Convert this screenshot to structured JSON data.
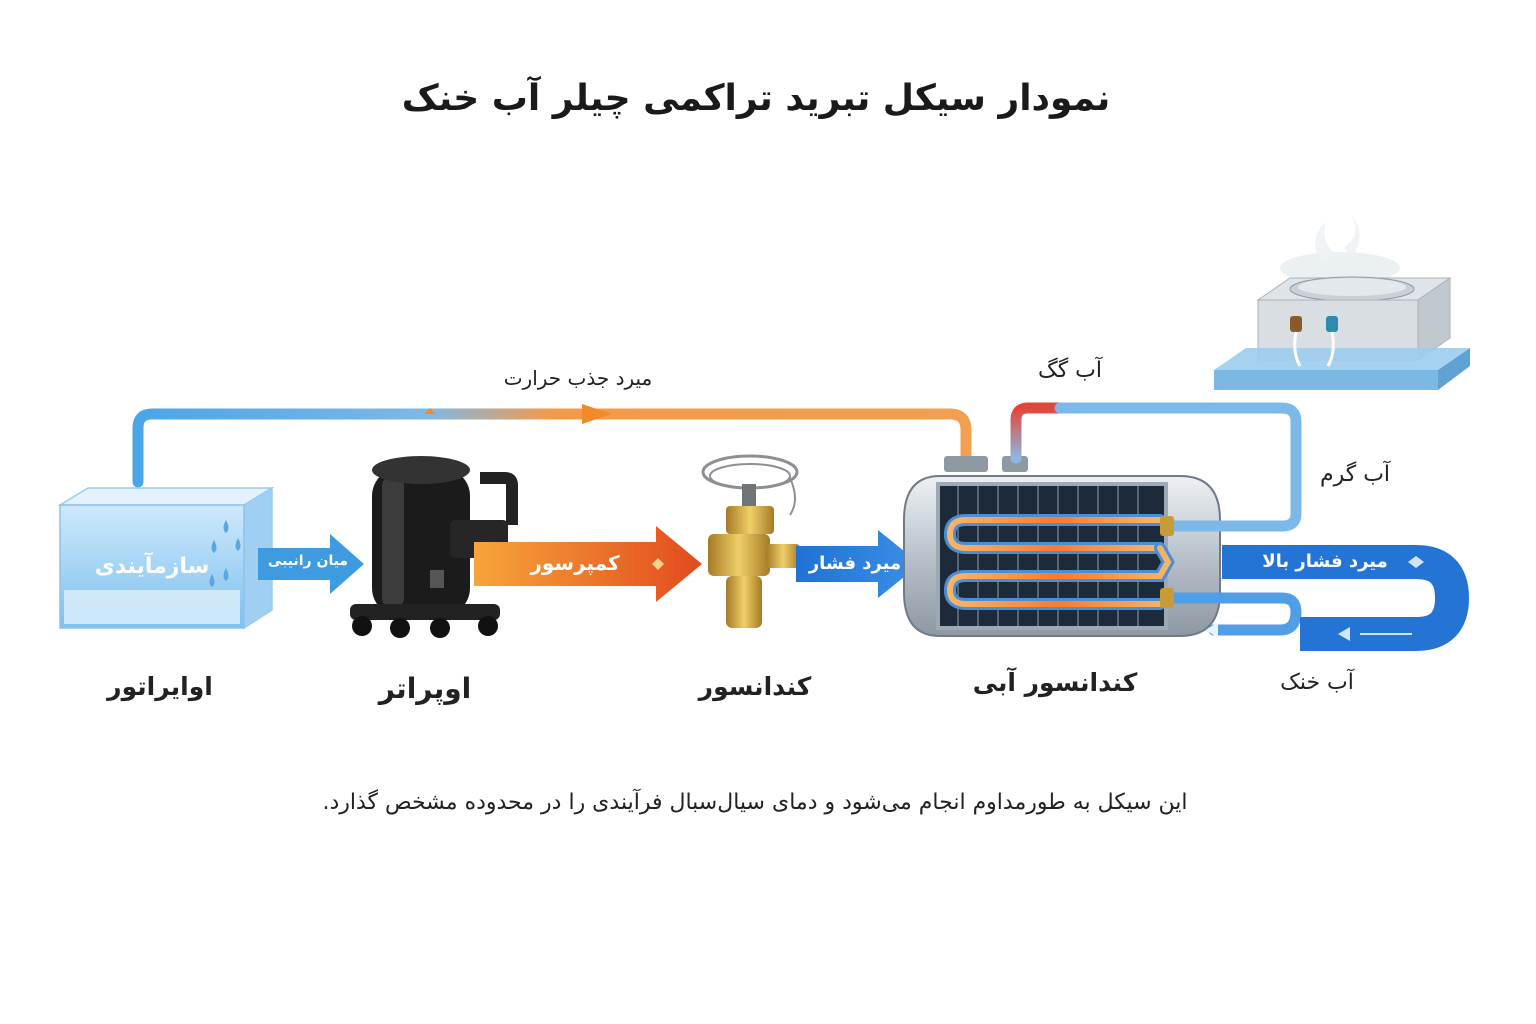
{
  "title": "نمودار سیکل تبرید تراکمی چیلر آب خنک",
  "top_line_label": "میرد جذب حرارت",
  "tank_label": "سازمآیندی",
  "arrows": {
    "tank_to_compressor": "میان رانیبی",
    "compressor_to_valve": "کمپرسور",
    "valve_to_condenser": "میرد فشار",
    "high_pressure": "میرد فشار بالا"
  },
  "water": {
    "hot_gas": "آب گگ",
    "hot": "آب گرم",
    "cool": "آب خنک"
  },
  "components": {
    "evaporator": "اوایراتور",
    "compressor": "اوپراتر",
    "expansion_valve": "کندانسور",
    "water_condenser": "کندانسور آبی"
  },
  "footer": "این سیکل به طورمداوم انجام می‌شود و دمای سیال‌سبال فرآیندی را در محدوده مشخص گذارد.",
  "colors": {
    "cold_blue": "#3f9be0",
    "dark_blue": "#1e6fd0",
    "warm_orange": "#f08a2a",
    "hot_red": "#e0452a"
  }
}
